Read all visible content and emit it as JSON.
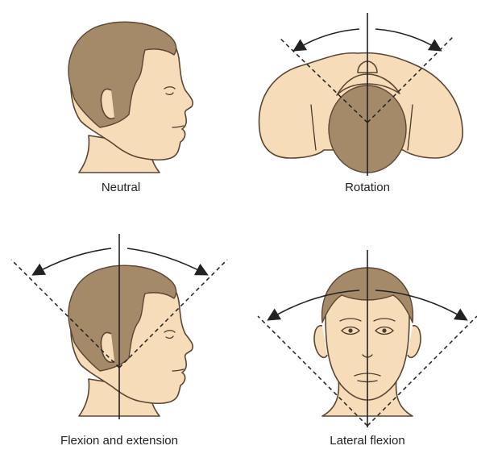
{
  "panels": [
    {
      "id": "neutral",
      "caption": "Neutral"
    },
    {
      "id": "rotation",
      "caption": "Rotation"
    },
    {
      "id": "flexion-extension",
      "caption": "Flexion and extension"
    },
    {
      "id": "lateral-flexion",
      "caption": "Lateral flexion"
    }
  ],
  "colors": {
    "skin": "#f6dcb8",
    "hair": "#a58a6a",
    "outline": "#5a4632",
    "line": "#222222"
  }
}
